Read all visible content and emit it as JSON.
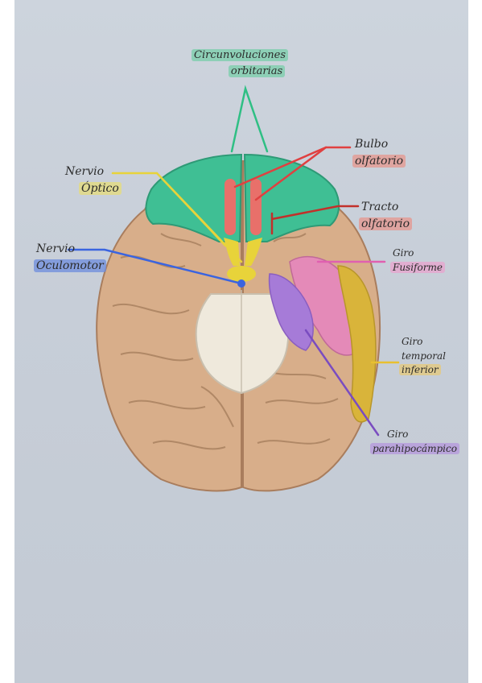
{
  "labels": {
    "circunvoluciones": {
      "line1": "Circunvoluciones",
      "line2": "orbitarias"
    },
    "bulbo": {
      "line1": "Bulbo",
      "line2": "olfatorio"
    },
    "nervio_optico": {
      "line1": "Nervio",
      "line2": "Óptico"
    },
    "tracto": {
      "line1": "Tracto",
      "line2": "olfatorio"
    },
    "nervio_oculomotor": {
      "line1": "Nervio",
      "line2": "Oculomotor"
    },
    "giro_fusiforme": {
      "line1": "Giro",
      "line2": "Fusiforme"
    },
    "giro_temporal": {
      "line1": "Giro",
      "line2": "temporal",
      "line3": "inferior"
    },
    "giro_parahipocampico": {
      "line1": "Giro",
      "line2": "parahipocámpico"
    }
  },
  "colors": {
    "orbital": "#3fbf94",
    "olfactory": "#e8706a",
    "optic": "#e8d33a",
    "oculomotor": "#3a64e0",
    "fusiform": "#e48ab8",
    "temporal": "#d9b43a",
    "parahippocampal": "#a67bd8",
    "brain": "#d9b08c"
  }
}
